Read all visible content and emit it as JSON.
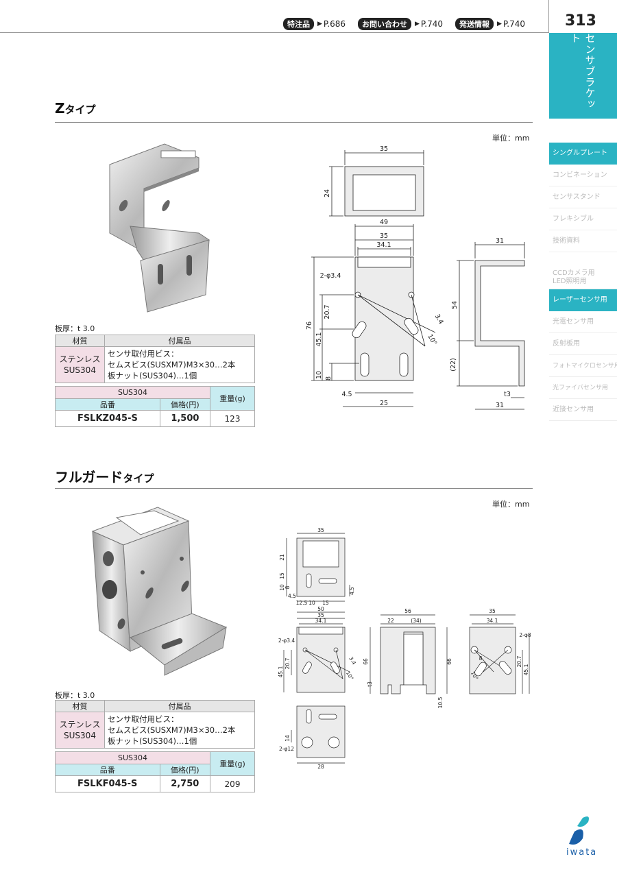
{
  "header": {
    "refs": [
      {
        "badge": "特注品",
        "page": "P.686"
      },
      {
        "badge": "お問い合わせ",
        "page": "P.740"
      },
      {
        "badge": "発送情報",
        "page": "P.740"
      }
    ],
    "page_number": "313"
  },
  "sidebar": {
    "category": "センサブラケット",
    "items": [
      {
        "label": "シングルプレート",
        "active": true
      },
      {
        "label": "コンビネーション"
      },
      {
        "label": "センサスタンド"
      },
      {
        "label": "フレキシブル"
      },
      {
        "label": "技術資料"
      }
    ],
    "items2": [
      {
        "label": "CCDカメラ用",
        "label2": "LED照明用"
      },
      {
        "label": "レーザーセンサ用",
        "active": true
      },
      {
        "label": "光電センサ用"
      },
      {
        "label": "反射板用"
      },
      {
        "label": "フォトマイクロセンサ用"
      },
      {
        "label": "光ファイバセンサ用"
      },
      {
        "label": "近接センサ用"
      }
    ]
  },
  "sections": [
    {
      "title": "Z",
      "title_suffix": "タイプ",
      "unit": "単位：mm",
      "thickness": "板厚：t 3.0",
      "spec": {
        "col_material": "材質",
        "col_accessory": "付属品",
        "material": "ステンレス",
        "material2": "SUS304",
        "acc1": "センサ取付用ビス：",
        "acc2": "セムスビス(SUSXM7)M3×30…2本",
        "acc3": "板ナット(SUS304)…1個"
      },
      "price": {
        "material": "SUS304",
        "col_code": "品番",
        "col_price": "価格(円)",
        "col_weight": "重量(g)",
        "code": "FSLKZ045-S",
        "price": "1,500",
        "weight": "123"
      }
    },
    {
      "title": "フルガード",
      "title_suffix": "タイプ",
      "unit": "単位：mm",
      "thickness": "板厚：t 3.0",
      "spec": {
        "col_material": "材質",
        "col_accessory": "付属品",
        "material": "ステンレス",
        "material2": "SUS304",
        "acc1": "センサ取付用ビス：",
        "acc2": "セムスビス(SUSXM7)M3×30…2本",
        "acc3": "板ナット(SUS304)…1個"
      },
      "price": {
        "material": "SUS304",
        "col_code": "品番",
        "col_price": "価格(円)",
        "col_weight": "重量(g)",
        "code": "FSLKF045-S",
        "price": "2,750",
        "weight": "209"
      }
    }
  ],
  "dims_z": {
    "top_w": "35",
    "top_h": "24",
    "w49": "49",
    "w35": "35",
    "w341": "34.1",
    "hole": "2-φ3.4",
    "h207": "20.7",
    "h451": "45.1",
    "h76": "76",
    "h10": "10",
    "h8": "8",
    "s34": "3.4",
    "a10": "10°",
    "w45": "4.5",
    "w25": "25",
    "side_w31": "31",
    "side_h54": "54",
    "side_h22": "(22)",
    "t3": "t3",
    "side_b31": "31"
  },
  "dims_f": {
    "top_w": "35",
    "h21": "21",
    "h15": "15",
    "h10": "10",
    "h8": "8",
    "h45": "4.5",
    "w45": "4.5",
    "w125": "12.5",
    "w10": "10",
    "w15": "15",
    "w50": "50",
    "w35": "35",
    "w341": "34.1",
    "hole": "2-φ3.4",
    "h207": "20.7",
    "h451": "45.1",
    "s34": "3.4",
    "a10": "10°",
    "s56": "56",
    "s22": "22",
    "s34p": "(34)",
    "s66": "66",
    "s66b": "66",
    "st3": "t3",
    "s105": "10.5",
    "r35": "35",
    "r341": "34.1",
    "r2phi8": "2-φ8",
    "r8": "8",
    "r10": "10°",
    "r207": "20.7",
    "r451": "45.1",
    "b14": "14",
    "b2phi12": "2-φ12",
    "b28": "28"
  },
  "logo": {
    "text": "iwata"
  }
}
